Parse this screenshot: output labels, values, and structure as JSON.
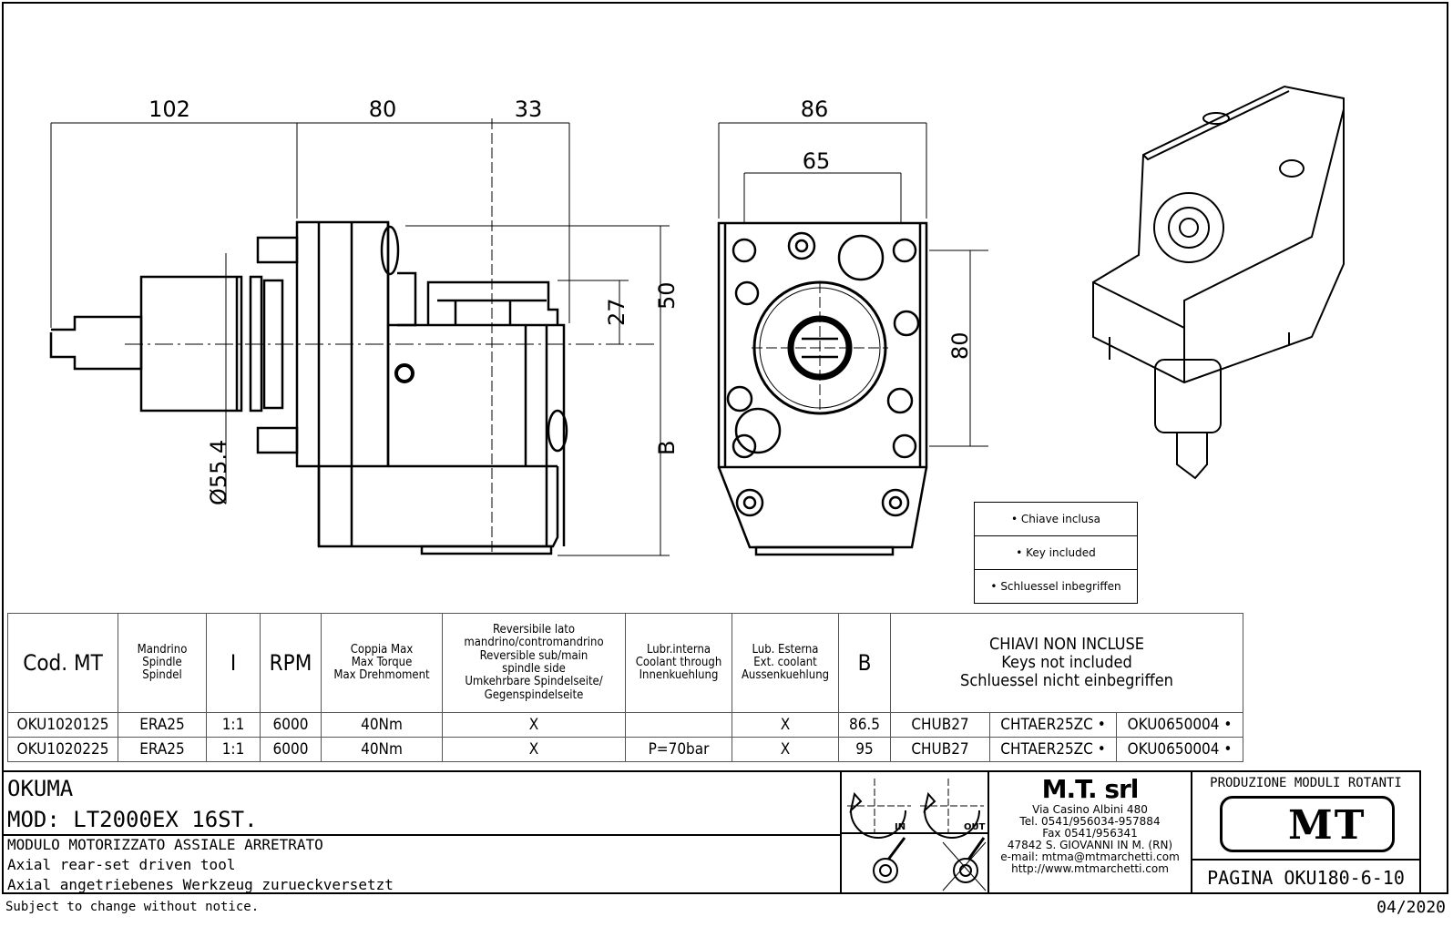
{
  "dimensions": {
    "side_view": {
      "d1": "102",
      "d2": "80",
      "d3": "33",
      "diameter": "Ø55.4",
      "h27": "27",
      "h50": "50",
      "hB": "B"
    },
    "front_view": {
      "w86": "86",
      "w65": "65",
      "h80": "80"
    }
  },
  "legend": {
    "items": [
      "• Chiave inclusa",
      "• Key included",
      "• Schluessel inbegriffen"
    ]
  },
  "table": {
    "headers": {
      "cod": "Cod. MT",
      "spindle": [
        "Mandrino",
        "Spindle",
        "Spindel"
      ],
      "ratio": "I",
      "rpm": "RPM",
      "torque": [
        "Coppia Max",
        "Max Torque",
        "Max Drehmoment"
      ],
      "reversible": [
        "Reversibile lato",
        "mandrino/contromandrino",
        "Reversible sub/main",
        "spindle side",
        "Umkehrbare Spindelseite/",
        "Gegenspindelseite"
      ],
      "lubr_int": [
        "Lubr.interna",
        "Coolant through",
        "Innenkuehlung"
      ],
      "lub_ext": [
        "Lub. Esterna",
        "Ext. coolant",
        "Aussenkuehlung"
      ],
      "b": "B",
      "keys": [
        "CHIAVI NON INCLUSE",
        "Keys not included",
        "Schluessel nicht einbegriffen"
      ]
    },
    "rows": [
      {
        "cod": "OKU1020125",
        "spindle": "ERA25",
        "ratio": "1:1",
        "rpm": "6000",
        "torque": "40Nm",
        "reversible": "X",
        "lubr_int": "",
        "lub_ext": "X",
        "b": "86.5",
        "key1": "CHUB27",
        "key2": "CHTAER25ZC  •",
        "key3": "OKU0650004  •"
      },
      {
        "cod": "OKU1020225",
        "spindle": "ERA25",
        "ratio": "1:1",
        "rpm": "6000",
        "torque": "40Nm",
        "reversible": "X",
        "lubr_int": "P=70bar",
        "lub_ext": "X",
        "b": "95",
        "key1": "CHUB27",
        "key2": "CHTAER25ZC  •",
        "key3": "OKU0650004  •"
      }
    ]
  },
  "title_block": {
    "machine": "OKUMA",
    "model": "MOD: LT2000EX 16ST.",
    "desc_it": "MODULO MOTORIZZATO ASSIALE ARRETRATO",
    "desc_en": "Axial rear-set driven tool",
    "desc_de": "Axial angetriebenes Werkzeug zurueckversetzt",
    "rotation_in": "IN",
    "rotation_out": "OUT",
    "company": {
      "name": "M.T. srl",
      "lines": [
        "Via Casino Albini 480",
        "Tel. 0541/956034-957884",
        "Fax 0541/956341",
        "47842 S. GIOVANNI IN M. (RN)",
        "e-mail: mtma@mtmarchetti.com",
        "http://www.mtmarchetti.com"
      ]
    },
    "production": "PRODUZIONE MODULI ROTANTI",
    "logo_text": "MT",
    "page": "PAGINA OKU180-6-10"
  },
  "footer": {
    "notice": "Subject to change without notice.",
    "date": "04/2020"
  }
}
